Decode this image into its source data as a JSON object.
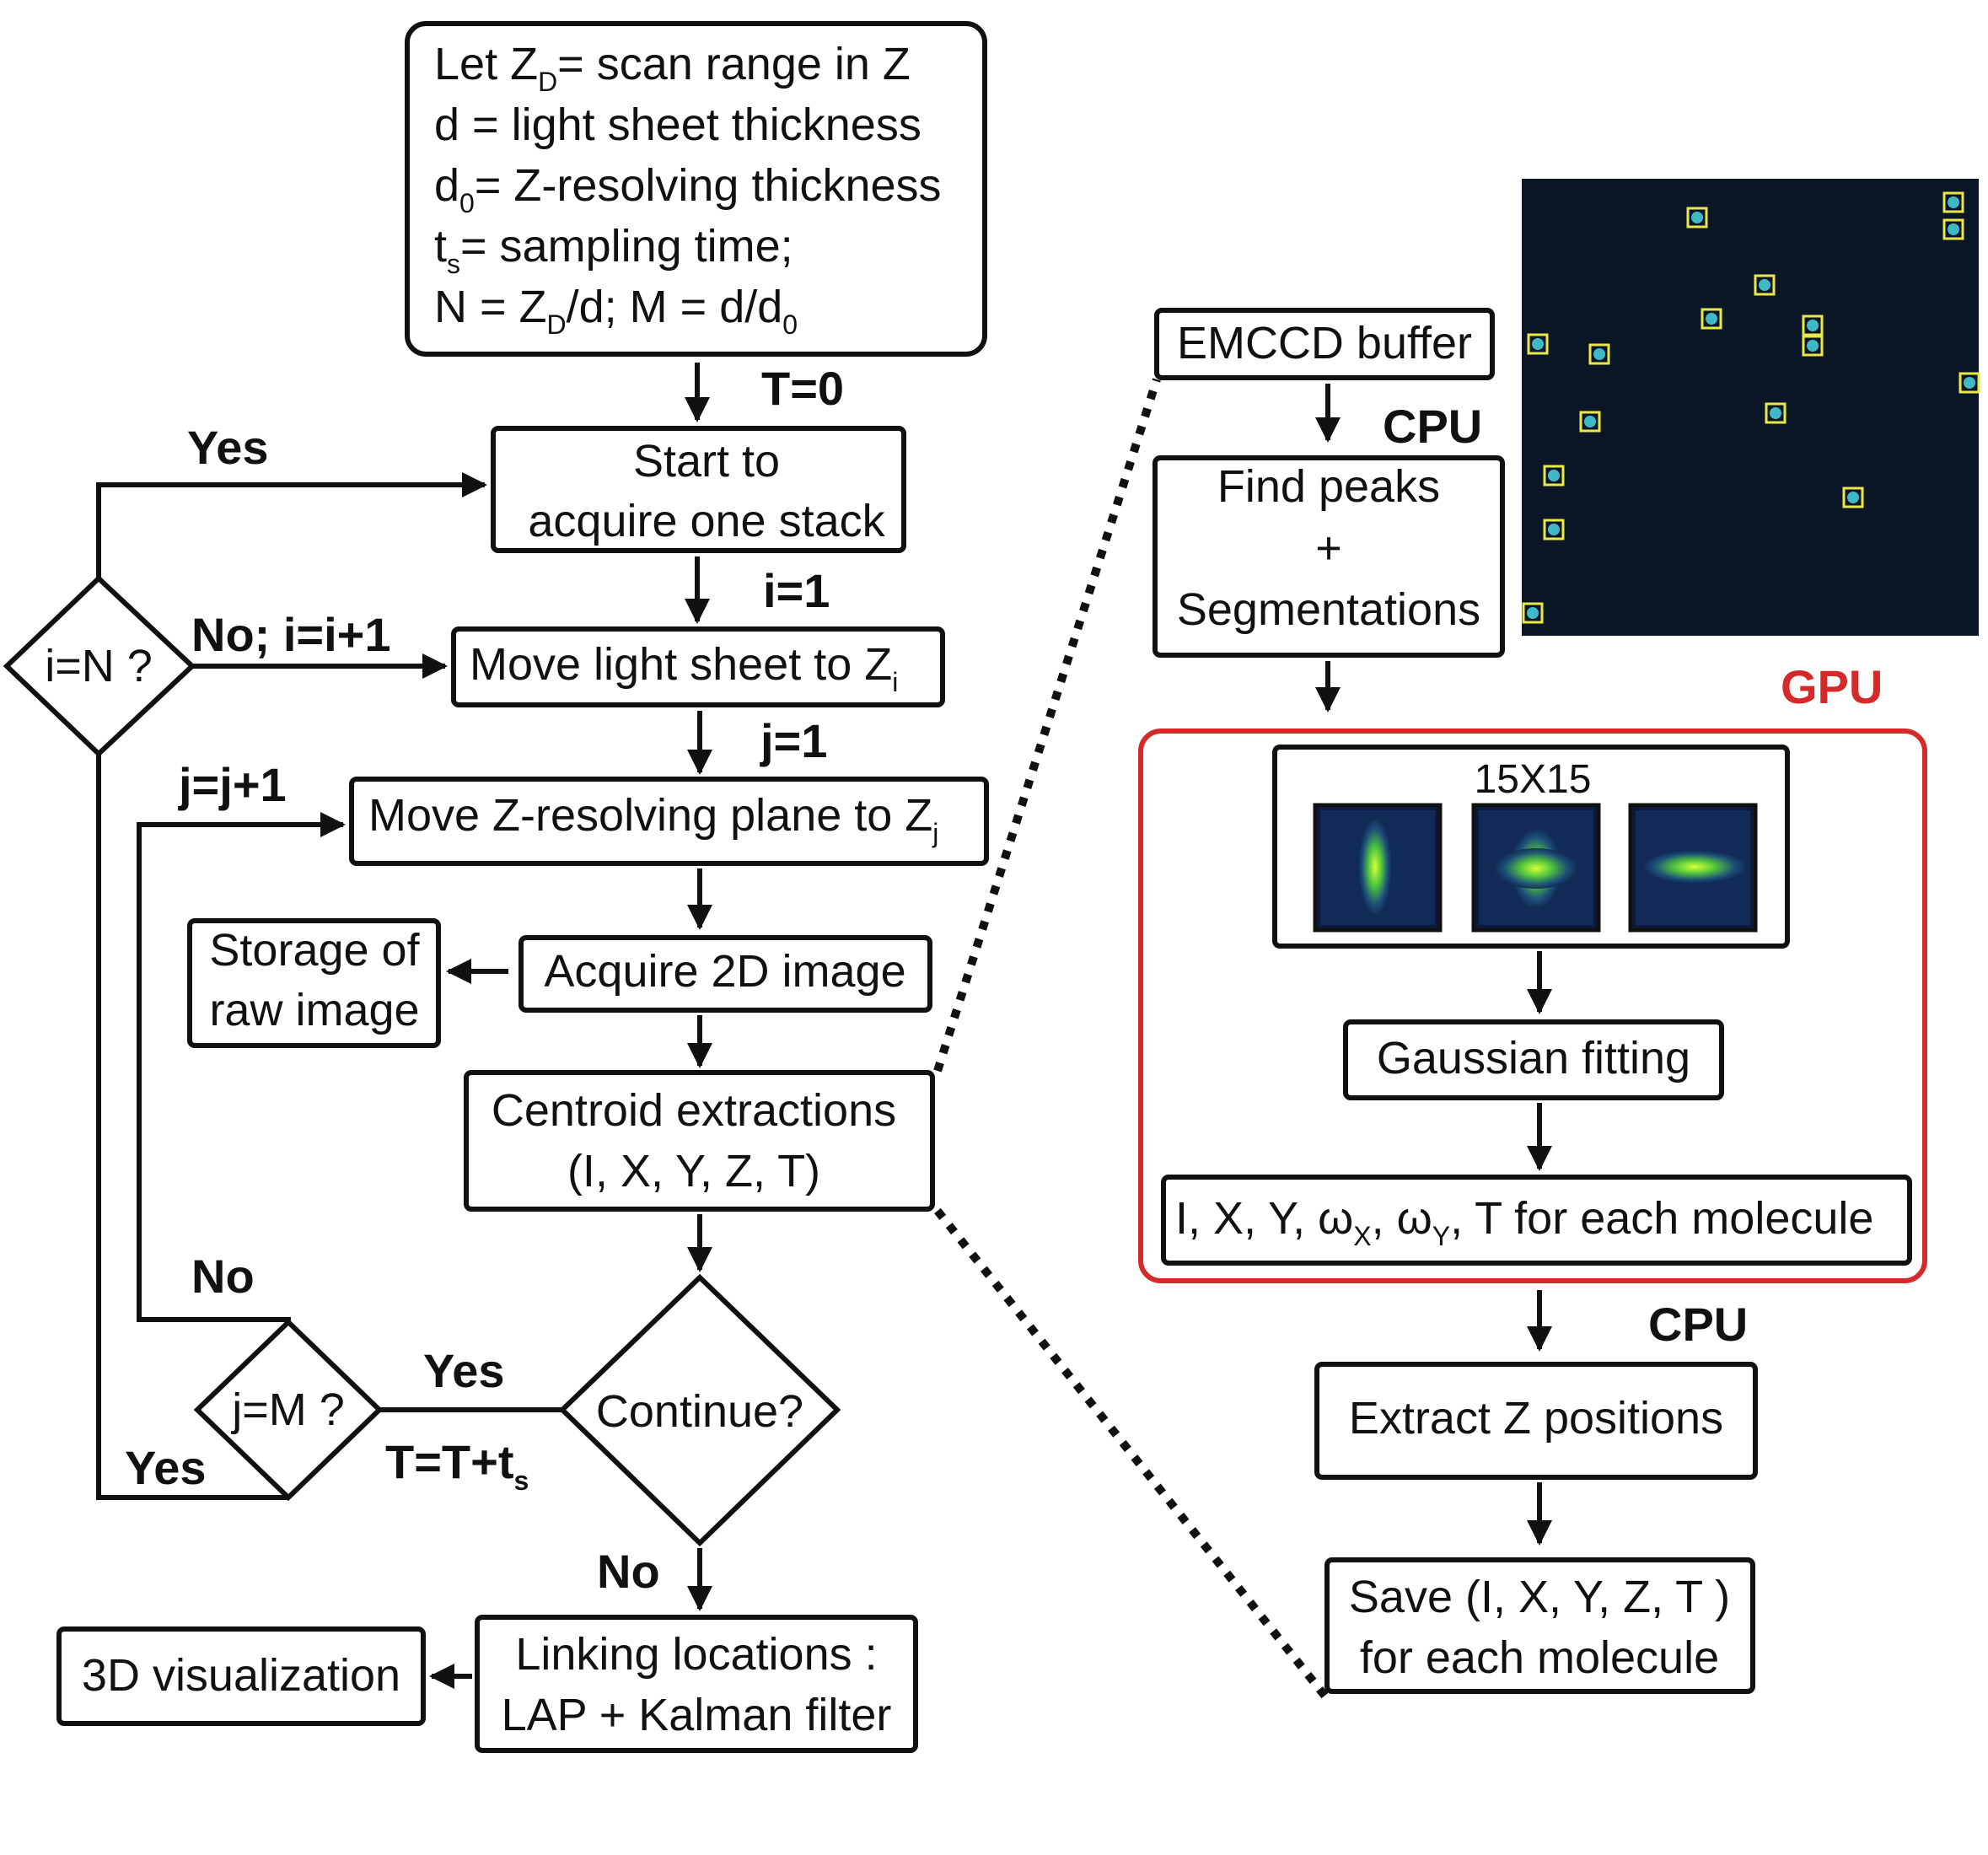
{
  "init_box": {
    "line1_pre": "Let Z",
    "line1_sub": "D",
    "line1_post": "= scan range in Z",
    "line2": "d = light sheet thickness",
    "line3_pre": "d",
    "line3_sub": "0",
    "line3_post": "= Z-resolving thickness",
    "line4_pre": "t",
    "line4_sub": "s",
    "line4_post": "= sampling time;",
    "line5_a": "N = Z",
    "line5_sub1": "D",
    "line5_b": "/d; M = d/d",
    "line5_sub2": "0"
  },
  "labels": {
    "t0": "T=0",
    "i1": "i=1",
    "j1": "j=1",
    "jj1": "j=j+1",
    "yes_top": "Yes",
    "no_i": "No; i=i+1",
    "no_j": "No",
    "yes_j": "Yes",
    "yes_continue": "Yes",
    "t_next_pre": "T=T+t",
    "t_next_sub": "s",
    "no_continue": "No",
    "cpu1": "CPU",
    "cpu2": "CPU",
    "gpu": "GPU",
    "patch_size": "15X15"
  },
  "boxes": {
    "start_l1": "Start to",
    "start_l2": "acquire one stack",
    "move_sheet_pre": "Move light sheet to Z",
    "move_sheet_sub": "i",
    "move_plane_pre": "Move Z-resolving plane to Z",
    "move_plane_sub": "j",
    "storage_l1": "Storage of",
    "storage_l2": "raw image",
    "acquire": "Acquire 2D image",
    "centroid_l1": "Centroid extractions",
    "centroid_l2": "(I, X, Y, Z, T)",
    "linking_l1": "Linking locations :",
    "linking_l2": "LAP + Kalman filter",
    "visual": "3D visualization",
    "emccd": "EMCCD buffer",
    "find_l1": "Find peaks",
    "find_l2": "+",
    "find_l3": "Segmentations",
    "gauss": "Gaussian fitting",
    "extract_z": "Extract Z positions",
    "save_l1": "Save (I, X, Y, Z, T )",
    "save_l2": "for each molecule"
  },
  "result_box": {
    "a": "I, X, Y, ω",
    "sub1": "X",
    "b": ", ω",
    "sub2": "Y",
    "c": ", T  for each molecule"
  },
  "decisions": {
    "i_eq_n": "i=N ?",
    "j_eq_m": "j=M ?",
    "continue": "Continue?"
  },
  "colors": {
    "gpu_accent": "#d42a2a",
    "frame_bg": "#0b1626",
    "marker": "#e8e84a"
  }
}
